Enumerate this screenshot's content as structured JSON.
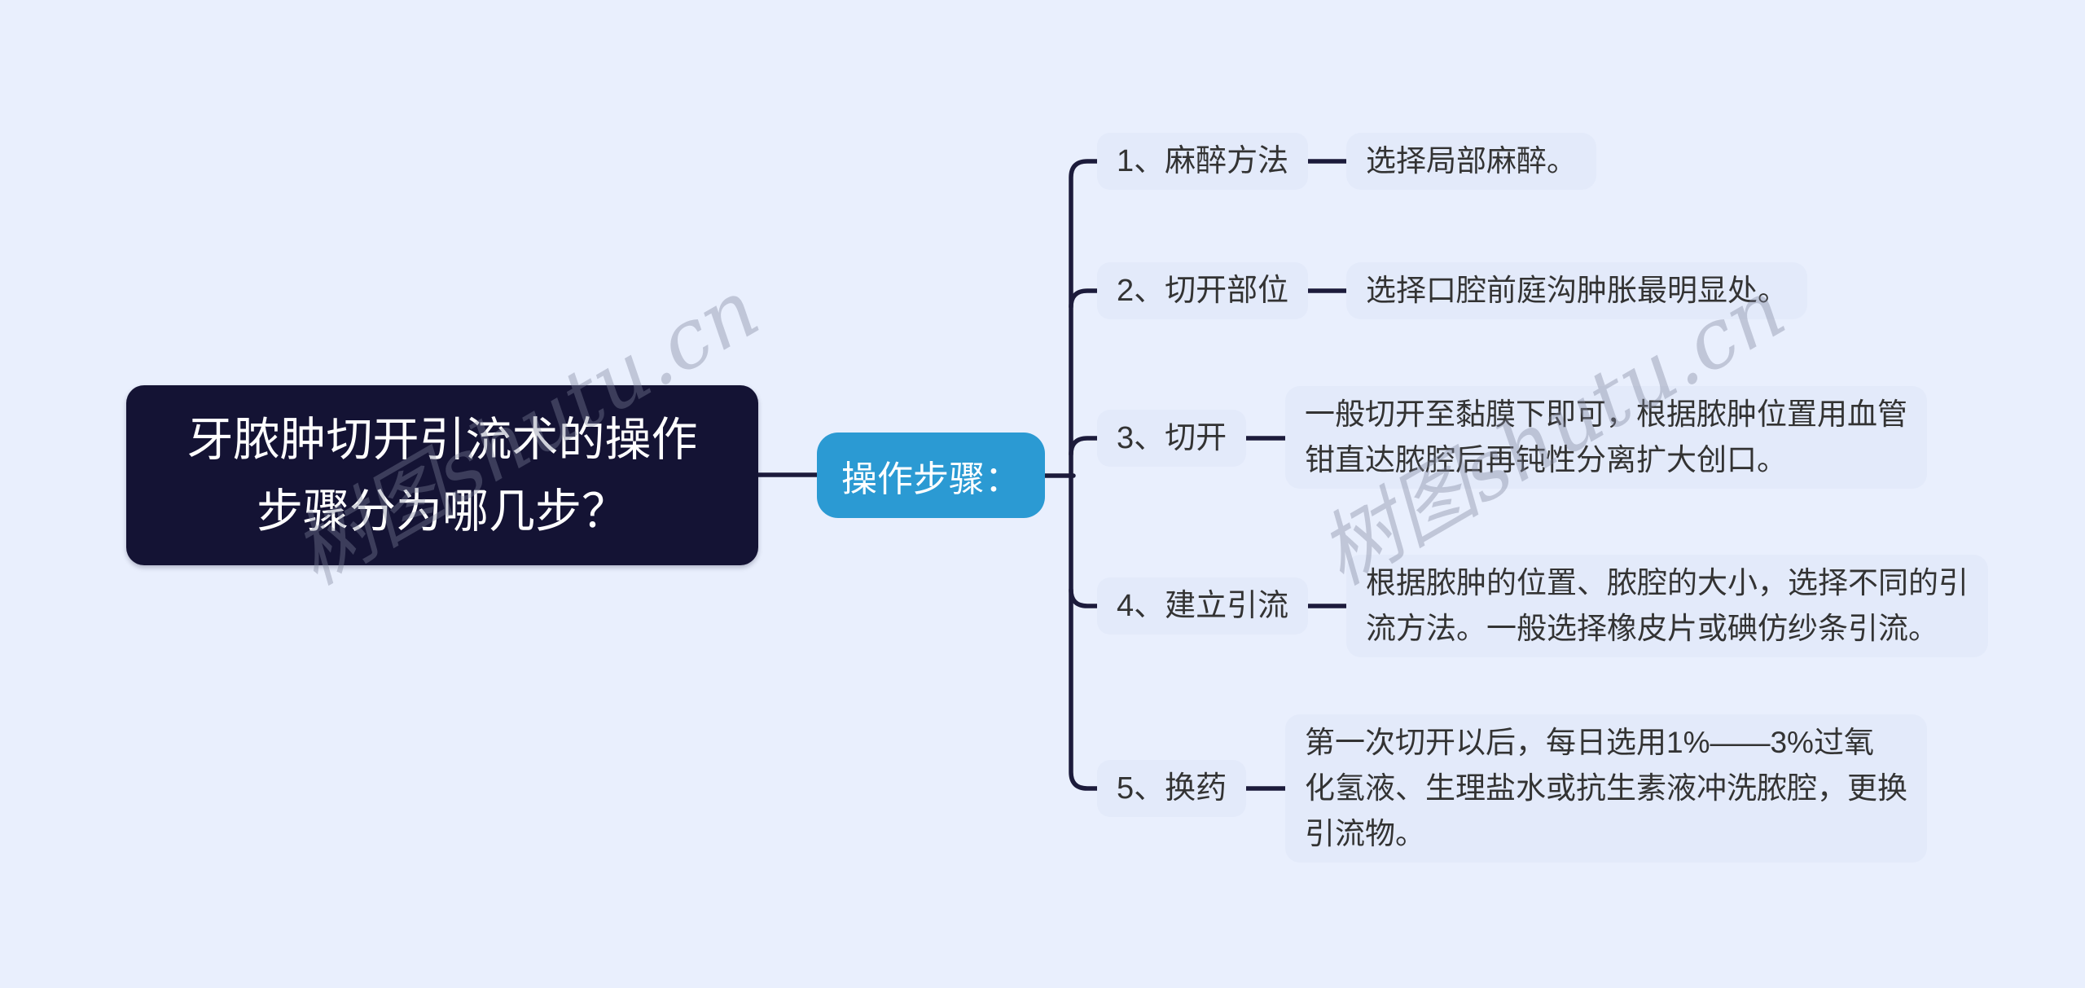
{
  "watermark": {
    "text": "树图shutu.cn",
    "color": "#7d849b"
  },
  "colors": {
    "canvas_bg": "#e9effd",
    "root_bg": "#141334",
    "root_text": "#ffffff",
    "hub_bg": "#2b9ad3",
    "hub_text": "#ffffff",
    "branch_bg": "#e3eafa",
    "branch_text": "#333333",
    "connector": "#1c1b3b"
  },
  "root": {
    "label": "牙脓肿切开引流术的操作\n步骤分为哪几步？"
  },
  "hub": {
    "label": "操作步骤："
  },
  "branches": [
    {
      "label": "1、麻醉方法",
      "detail": "选择局部麻醉。"
    },
    {
      "label": "2、切开部位",
      "detail": "选择口腔前庭沟肿胀最明显处。"
    },
    {
      "label": "3、切开",
      "detail": "一般切开至黏膜下即可，根据脓肿位置用血管\n钳直达脓腔后再钝性分离扩大创口。"
    },
    {
      "label": "4、建立引流",
      "detail": "根据脓肿的位置、脓腔的大小，选择不同的引\n流方法。一般选择橡皮片或碘仿纱条引流。"
    },
    {
      "label": "5、换药",
      "detail": "第一次切开以后，每日选用1%——3%过氧\n化氢液、生理盐水或抗生素液冲洗脓腔，更换\n引流物。"
    }
  ]
}
